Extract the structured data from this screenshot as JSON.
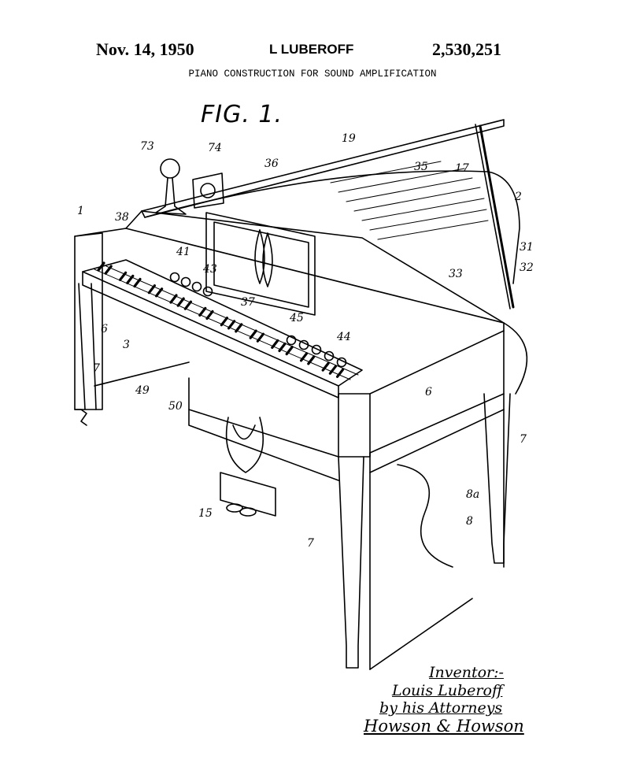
{
  "header": {
    "date": "Nov. 14, 1950",
    "inventor": "L LUBEROFF",
    "patent_number": "2,530,251",
    "title": "PIANO CONSTRUCTION FOR SOUND AMPLIFICATION"
  },
  "figure_label": "FIG. 1.",
  "callouts": [
    "73",
    "74",
    "19",
    "36",
    "35",
    "17",
    "2",
    "1",
    "38",
    "41",
    "43",
    "31",
    "32",
    "33",
    "37",
    "6",
    "3",
    "45",
    "44",
    "7",
    "49",
    "6",
    "50",
    "7",
    "8a",
    "8",
    "15",
    "7"
  ],
  "signature": {
    "inventor_label": "Inventor:-",
    "inventor_name": "Louis Luberoff",
    "by_line": "by his Attorneys",
    "firm": "Howson & Howson"
  }
}
